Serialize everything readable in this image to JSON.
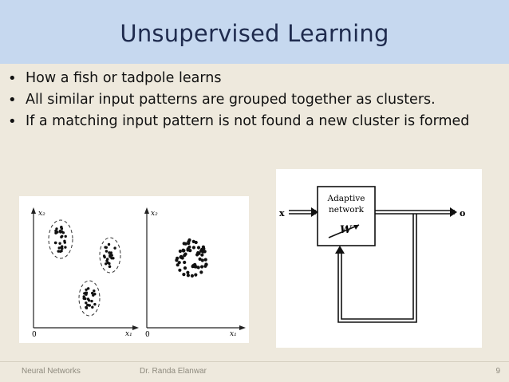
{
  "slide": {
    "title": "Unsupervised Learning",
    "bullets": [
      "How a fish or tadpole learns",
      "All similar input patterns are grouped together as clusters.",
      "If a matching input pattern is not found a new cluster is formed"
    ]
  },
  "figure_clusters": {
    "y_axis_label": "x₂",
    "x_axis_label": "x₁",
    "origin_label": "0"
  },
  "figure_network": {
    "input_label": "x",
    "output_label": "o",
    "box_line1": "Adaptive",
    "box_line2": "network",
    "weight_label": "W"
  },
  "footer": {
    "left": "Neural Networks",
    "middle": "Dr. Randa Elanwar",
    "page_number": "9"
  },
  "colors": {
    "title_bar": "#c6d8ef",
    "background": "#eee9dd",
    "title_text": "#1f2b4e"
  }
}
